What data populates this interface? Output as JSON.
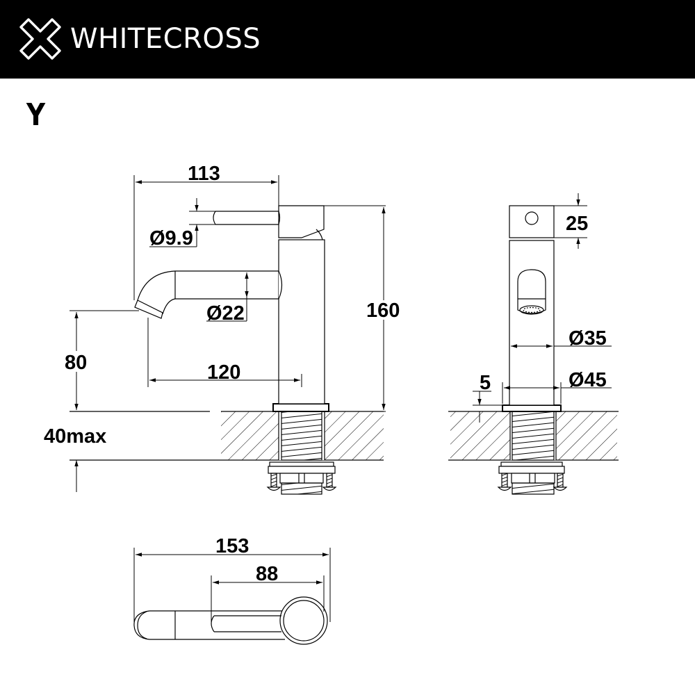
{
  "header": {
    "brand": "WHITECROSS",
    "logo_icon": "cross-outline-icon",
    "background": "#000000",
    "text_color": "#ffffff"
  },
  "variant_label": "Y",
  "drawing": {
    "subject": "Basin mixer tap technical drawing",
    "units": "mm",
    "side_view": {
      "dimensions": {
        "overall_reach": "113",
        "handle_diameter": "Ø9.9",
        "spout_diameter": "Ø22",
        "overall_height": "160",
        "spout_outlet_height": "80",
        "spout_reach": "120",
        "max_deck_thickness": "40max"
      }
    },
    "front_view": {
      "dimensions": {
        "handle_body_height": "25",
        "body_diameter": "Ø35",
        "base_diameter": "Ø45",
        "base_height": "5"
      }
    },
    "top_view": {
      "dimensions": {
        "overall_length": "153",
        "handle_length": "88"
      }
    }
  }
}
